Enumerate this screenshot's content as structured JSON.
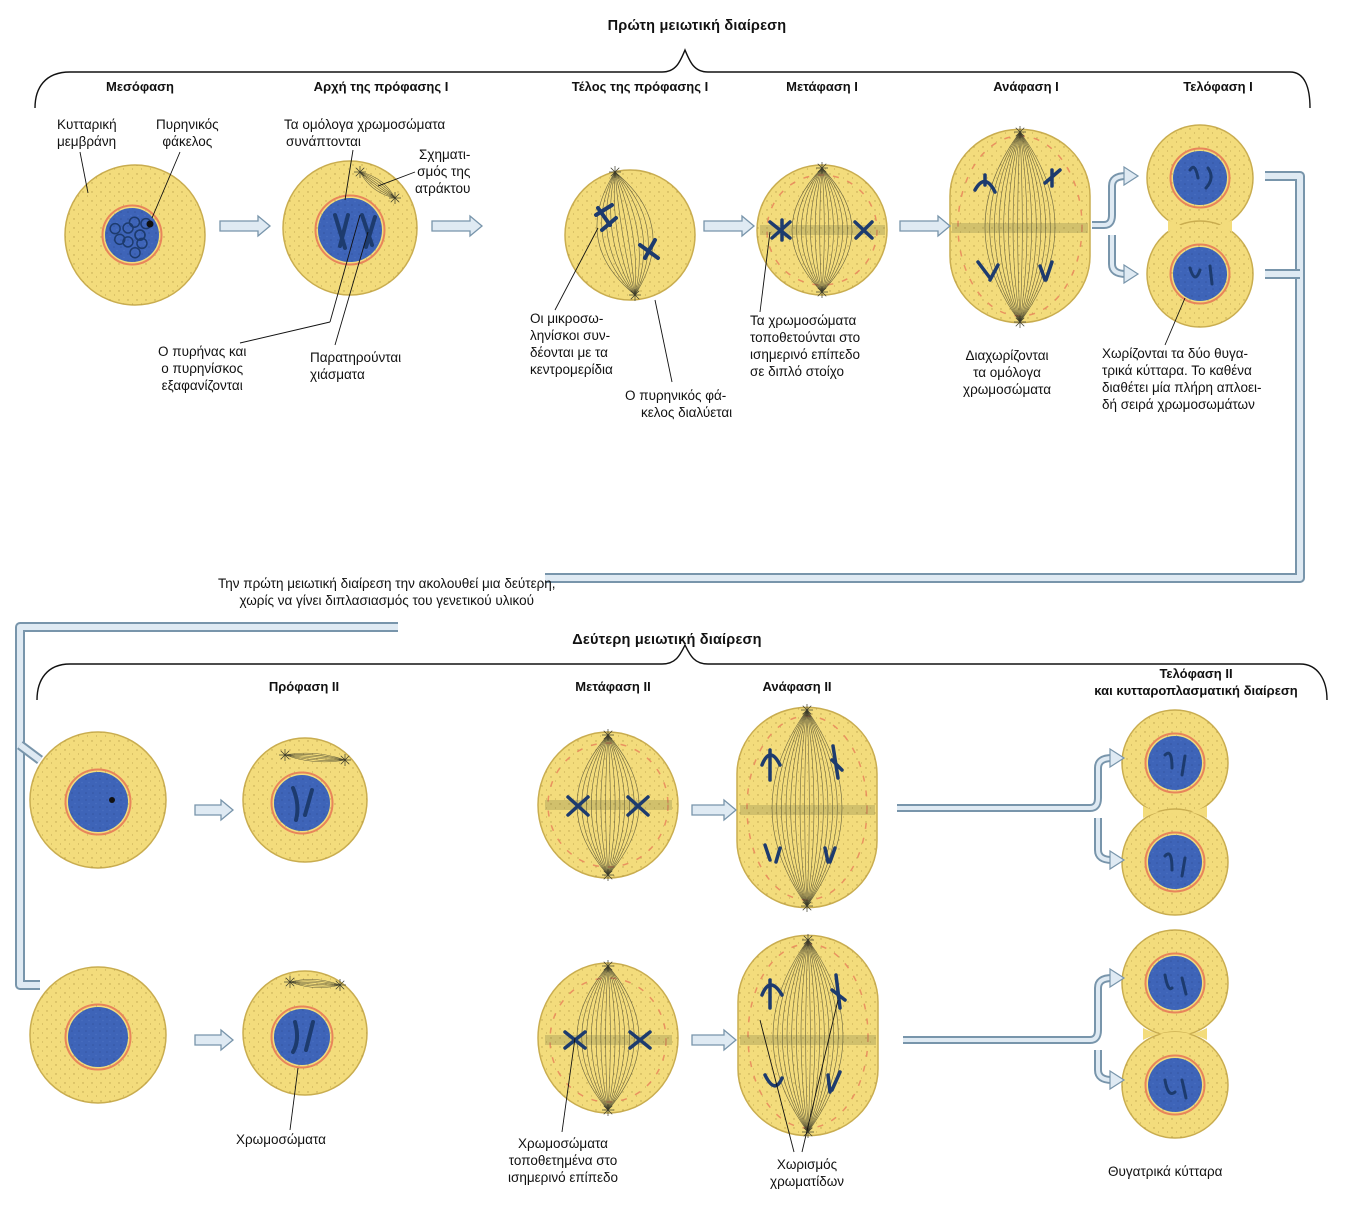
{
  "meiosis1": {
    "title": "Πρώτη μειωτική διαίρεση",
    "stages": {
      "interphase": "Μεσόφαση",
      "early_prophase1": "Αρχή της πρόφασης Ι",
      "late_prophase1": "Τέλος της πρόφασης Ι",
      "metaphase1": "Μετάφαση Ι",
      "anaphase1": "Ανάφαση Ι",
      "telophase1": "Τελόφαση Ι"
    },
    "labels": {
      "cell_membrane": [
        "Κυτταρική",
        "μεμβράνη"
      ],
      "nuclear_envelope": [
        "Πυρηνικός",
        "φάκελος"
      ],
      "homologs_pair": [
        "Τα ομόλογα χρωμοσώματα",
        "συνάπτονται"
      ],
      "spindle_formation": [
        "Σχηματι-",
        "σμός της",
        "ατράκτου"
      ],
      "nucleus_disappear": [
        "Ο πυρήνας και",
        "ο πυρηνίσκος",
        "εξαφανίζονται"
      ],
      "chiasmata": [
        "Παρατηρούνται",
        "χιάσματα"
      ],
      "microtubules": [
        "Οι μικροσω-",
        "ληνίσκοι συν-",
        "δέονται με τα",
        "κεντρομερίδια"
      ],
      "envelope_dissolves": [
        "Ο πυρηνικός φά-",
        "κελος διαλύεται"
      ],
      "chromosomes_align": [
        "Τα χρωμοσώματα",
        "τοποθετούνται στο",
        "ισημερινό επίπεδο",
        "σε διπλό στοίχο"
      ],
      "homologs_separate": [
        "Διαχωρίζονται",
        "τα ομόλογα",
        "χρωμοσώματα"
      ],
      "daughter_cells_separate": [
        "Χωρίζονται τα δύο θυγα-",
        "τρικά κύτταρα. Το καθένα",
        "διαθέτει μία πλήρη απλοει-",
        "δή σειρά χρωμοσωμάτων"
      ]
    }
  },
  "transition_note": [
    "Την πρώτη μειωτική διαίρεση την ακολουθεί μια δεύτερη,",
    "χωρίς να γίνει διπλασιασμός του γενετικού υλικού"
  ],
  "meiosis2": {
    "title": "Δεύτερη μειωτική διαίρεση",
    "stages": {
      "prophase2": "Πρόφαση ΙΙ",
      "metaphase2": "Μετάφαση ΙΙ",
      "anaphase2": "Ανάφαση ΙΙ",
      "telophase2": [
        "Τελόφαση ΙΙ",
        "και κυτταροπλασματική διαίρεση"
      ]
    },
    "labels": {
      "chromosomes": "Χρωμοσώματα",
      "chromosomes_equatorial": [
        "Χρωμοσώματα",
        "τοποθετημένα στο",
        "ισημερινό επίπεδο"
      ],
      "chromatid_separation": [
        "Χωρισμός",
        "χρωματίδων"
      ],
      "daughter_cells": "Θυγατρικά κύτταρα"
    }
  },
  "colors": {
    "cytoplasm": "#f3dc7c",
    "cell_outline": "#c9ad50",
    "nucleus": "#3e64b8",
    "envelope": "#e8855a",
    "chromosome": "#1d3b6e",
    "arrow_fill": "#dfeaf3",
    "arrow_stroke": "#7895ab"
  }
}
